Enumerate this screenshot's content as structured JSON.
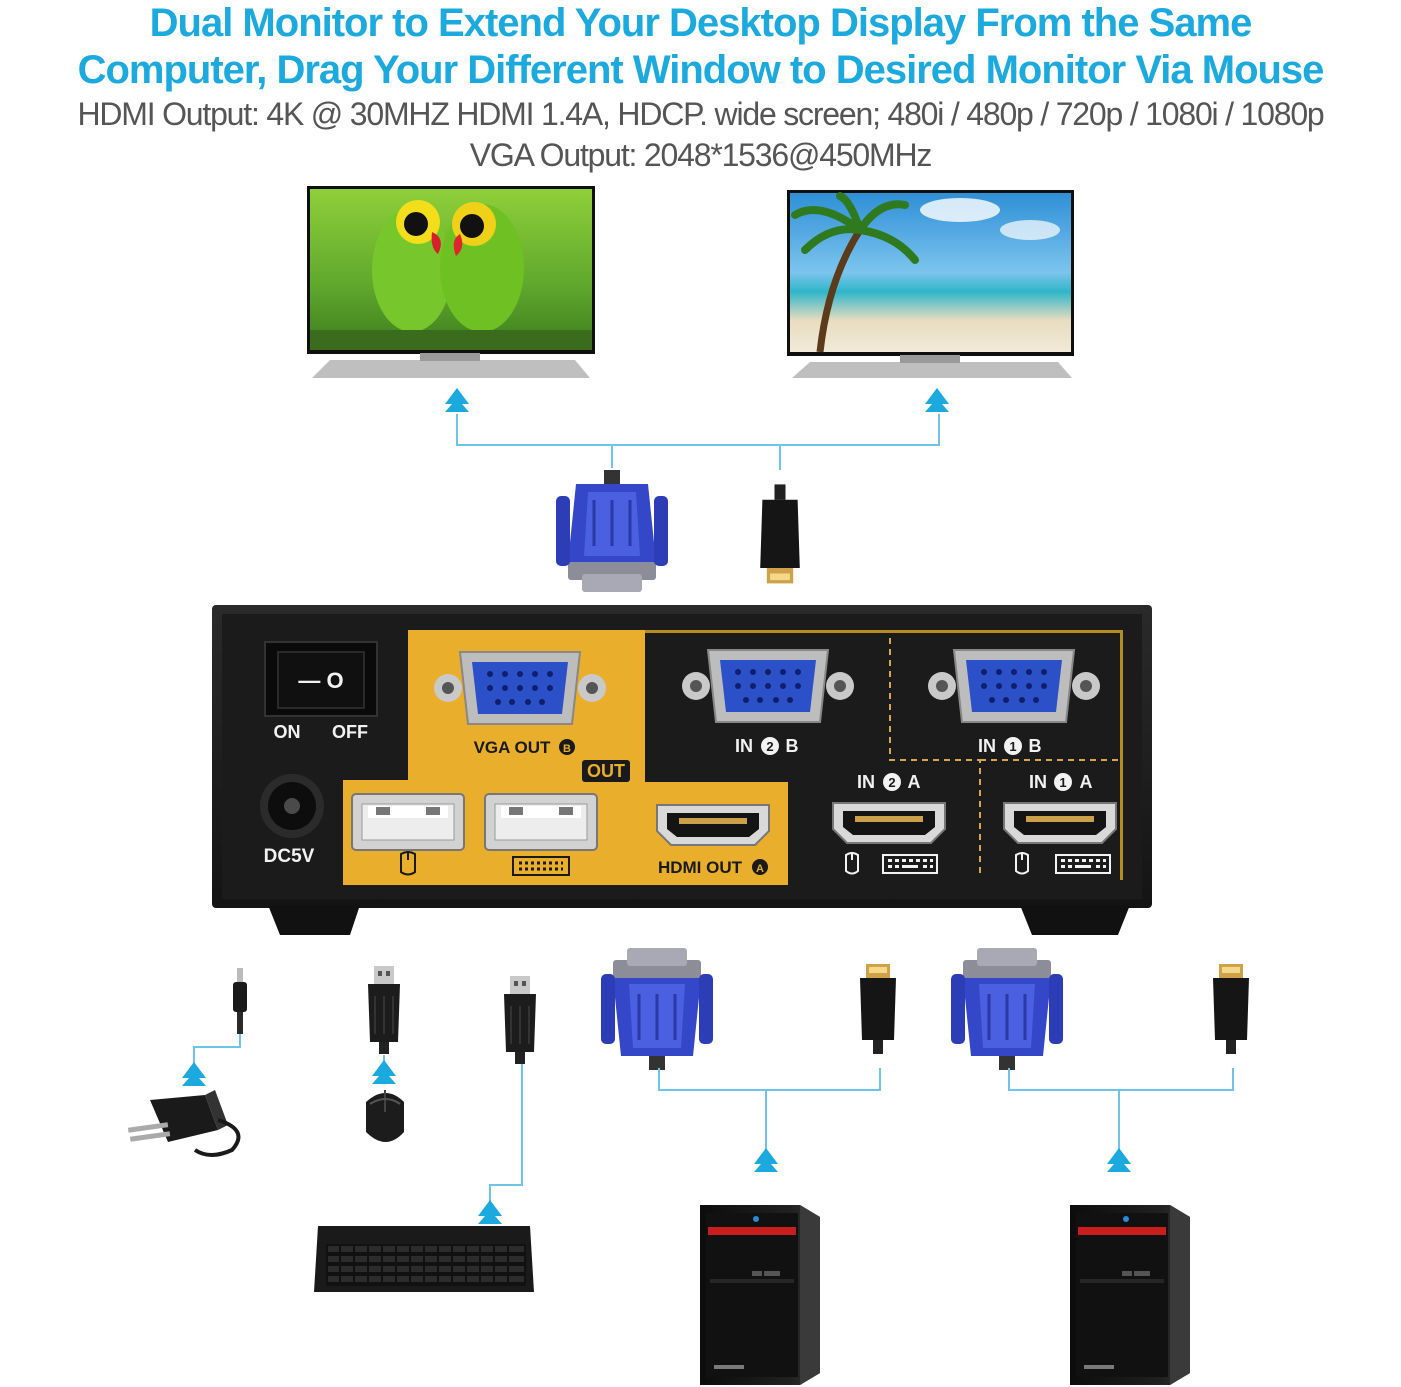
{
  "header": {
    "headline_line1": "Dual Monitor to Extend Your Desktop Display From the Same",
    "headline_line2": "Computer, Drag Your Different Window to Desired Monitor Via Mouse",
    "hdmi_spec": "HDMI  Output: 4K @ 30MHZ HDMI 1.4A, HDCP. wide screen; 480i / 480p / 720p / 1080i / 1080p",
    "vga_spec": "VGA Output: 2048*1536@450MHz"
  },
  "kvm_panel": {
    "switch_on": "ON",
    "switch_off": "OFF",
    "switch_symbols": "—  O",
    "power_label": "DC5V",
    "vga_out_label": "VGA OUT",
    "vga_out_badge": "B",
    "out_label": "OUT",
    "in2b_prefix": "IN",
    "in2b_num": "2",
    "in2b_suffix": "B",
    "in1b_prefix": "IN",
    "in1b_num": "1",
    "in1b_suffix": "B",
    "hdmi_out_label": "HDMI OUT",
    "hdmi_out_badge": "A",
    "in2a_prefix": "IN",
    "in2a_num": "2",
    "in2a_suffix": "A",
    "in1a_prefix": "IN",
    "in1a_num": "1",
    "in1a_suffix": "A"
  },
  "colors": {
    "headline": "#1ba9de",
    "spec_text": "#555555",
    "connector_line": "#6ec3e8",
    "arrow": "#1ba9de",
    "panel_gold": "#e8ae2c",
    "panel_body": "#1f1f1f",
    "vga_blue": "#2f3fbf"
  },
  "icons": [
    "monitor-icon",
    "vga-connector-icon",
    "hdmi-connector-icon",
    "usb-connector-icon",
    "dc-plug-icon",
    "power-adapter-icon",
    "mouse-icon",
    "keyboard-icon",
    "pc-tower-icon",
    "arrow-up-icon"
  ]
}
